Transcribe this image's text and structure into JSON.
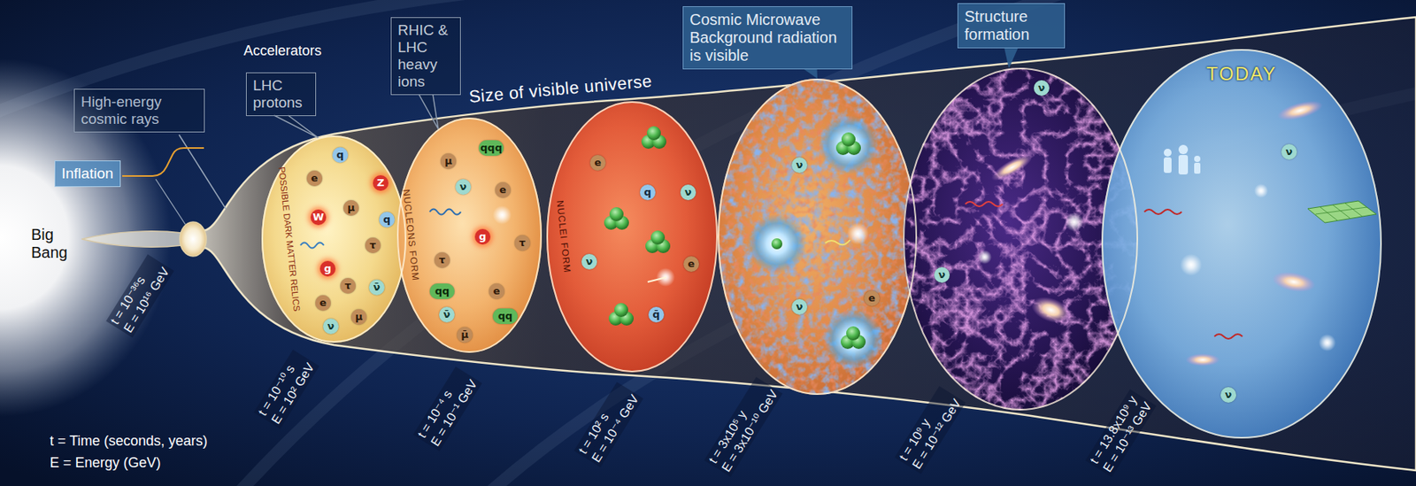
{
  "diagram": {
    "nodes": [
      {
        "text": [
          "High-energy cosmic rays"
        ]
      },
      {
        "text": [
          "Inflation"
        ]
      },
      {
        "text": [
          "LHC protons"
        ]
      },
      {
        "text": [
          "RHIC & LHC heavy ions"
        ]
      },
      {
        "text": [
          "POSSIBLE DARK MATTER RELICS",
          "q",
          "e",
          "Z",
          "μ",
          "W",
          "q",
          "τ",
          "g",
          "τ",
          "e",
          "ν̄",
          "μ",
          "ν"
        ]
      },
      {
        "text": [
          "NUCLEONS FORM",
          "μ",
          "qqq",
          "ν",
          "e",
          "g",
          "τ",
          "τ",
          "qq",
          "e",
          "ν̄",
          "qq",
          "μ̄"
        ]
      },
      {
        "text": [
          "NUCLEI FORM",
          "e",
          "q",
          "ν",
          "ν",
          "e",
          "q̄"
        ]
      },
      {
        "text": [
          "Cosmic Microwave Background radiation is visible"
        ]
      },
      {
        "text": [
          "ν",
          "e",
          "ν"
        ]
      },
      {
        "text": [
          "Structure formation"
        ]
      },
      {
        "text": [
          "ν",
          "ν"
        ]
      },
      {
        "text": [
          "TODAY",
          "ν",
          "ν"
        ]
      }
    ],
    "edges": [
      {
        "from": 2,
        "to": 4,
        "arrow": "none"
      },
      {
        "from": 3,
        "to": 5,
        "arrow": "none"
      },
      {
        "from": 7,
        "to": 8,
        "arrow": "none"
      },
      {
        "from": 9,
        "to": 10,
        "arrow": "none"
      }
    ],
    "labels": [
      "Accelerators",
      "Big Bang",
      "Size of visible universe",
      "t = 10⁻³⁶s",
      "E = 10¹⁶ GeV",
      "t = 10⁻¹⁰ s",
      "E = 10² GeV",
      "t = 10⁻⁴ s",
      "E = 10⁻¹ GeV",
      "t = 10² s",
      "E = 10⁻⁴ GeV",
      "t = 3x10⁵ y",
      "E = 3x10⁻¹⁰ GeV",
      "t = 10⁹ y",
      "E = 10⁻¹² GeV",
      "t = 13.8x10⁹ y",
      "E = 10⁻¹³ GeV",
      "t = Time (seconds, years)",
      "E = Energy (GeV)"
    ]
  }
}
